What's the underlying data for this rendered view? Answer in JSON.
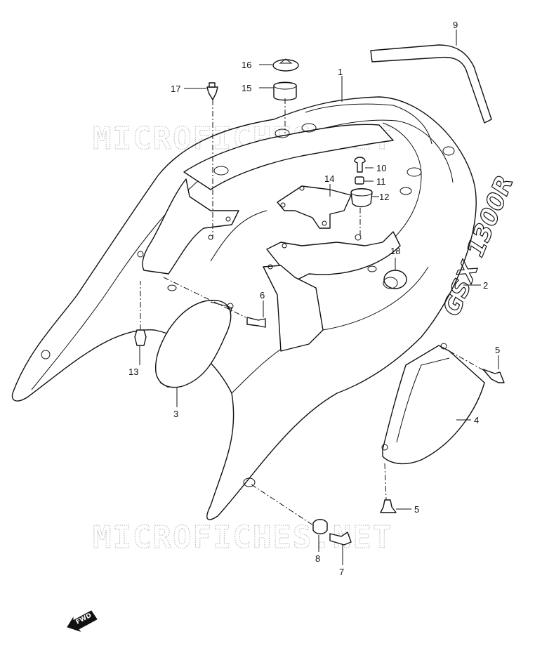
{
  "watermarks": [
    "MICROFICHES.NET",
    "MICROFICHES.NET"
  ],
  "decal_text": "GSX 1300R",
  "fwd_label": "FWD",
  "callouts": {
    "c1": "1",
    "c2": "2",
    "c3": "3",
    "c4": "4",
    "c5a": "5",
    "c5b": "5",
    "c6": "6",
    "c7": "7",
    "c8": "8",
    "c9": "9",
    "c10": "10",
    "c11": "11",
    "c12": "12",
    "c13": "13",
    "c14": "14",
    "c15": "15",
    "c16": "16",
    "c17": "17",
    "c18": "18"
  }
}
